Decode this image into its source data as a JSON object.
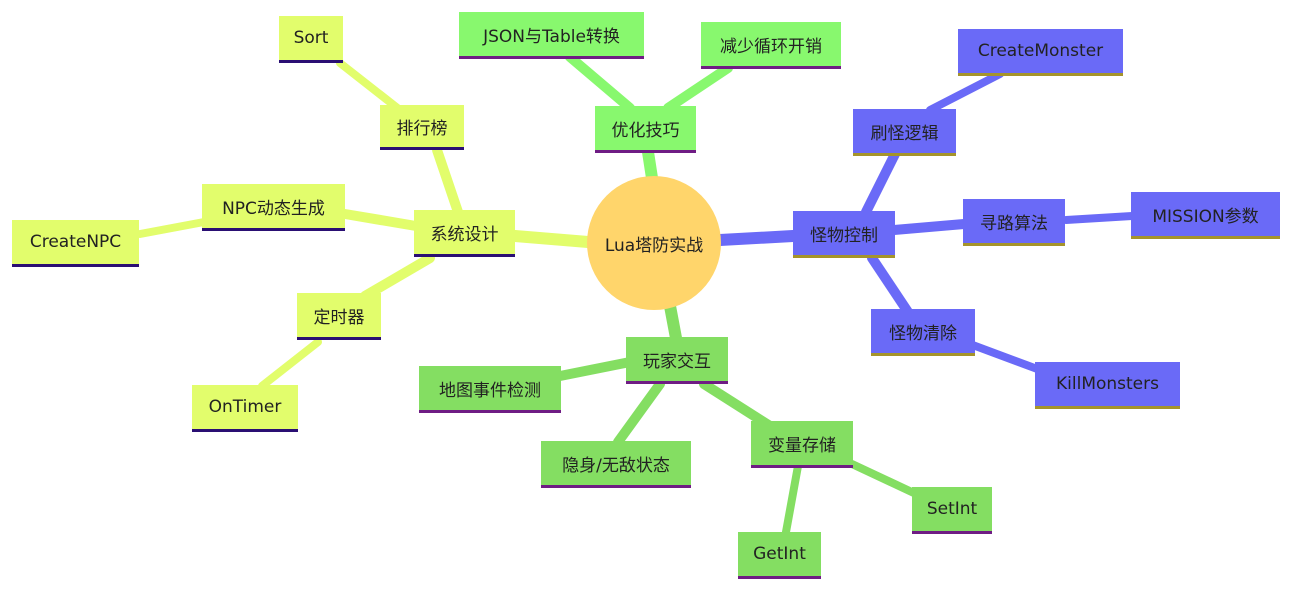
{
  "colors": {
    "root": "#ffd56b",
    "branch_system": "#e2fd6c",
    "branch_optimize": "#88f86e",
    "branch_monster": "#6a6af7",
    "branch_player": "#84de62",
    "underline_yellow": "#2a0f73",
    "underline_lime": "#6f1c84",
    "underline_purple": "#a5942b",
    "underline_green": "#6f1c84"
  },
  "root": {
    "label": "Lua塔防实战"
  },
  "branches": {
    "system": {
      "label": "系统设计",
      "ranking": {
        "label": "排行榜",
        "sort": "Sort"
      },
      "npc": {
        "label": "NPC动态生成",
        "create_npc": "CreateNPC"
      },
      "timer": {
        "label": "定时器",
        "on_timer": "OnTimer"
      }
    },
    "optimize": {
      "label": "优化技巧",
      "json": "JSON与Table转换",
      "loop": "减少循环开销"
    },
    "monster": {
      "label": "怪物控制",
      "spawn": {
        "label": "刷怪逻辑",
        "create_monster": "CreateMonster"
      },
      "path": {
        "label": "寻路算法",
        "mission": "MISSION参数"
      },
      "clear": {
        "label": "怪物清除",
        "kill": "KillMonsters"
      }
    },
    "player": {
      "label": "玩家交互",
      "map_event": "地图事件检测",
      "stealth": "隐身/无敌状态",
      "vars": {
        "label": "变量存储",
        "set_int": "SetInt",
        "get_int": "GetInt"
      }
    }
  }
}
